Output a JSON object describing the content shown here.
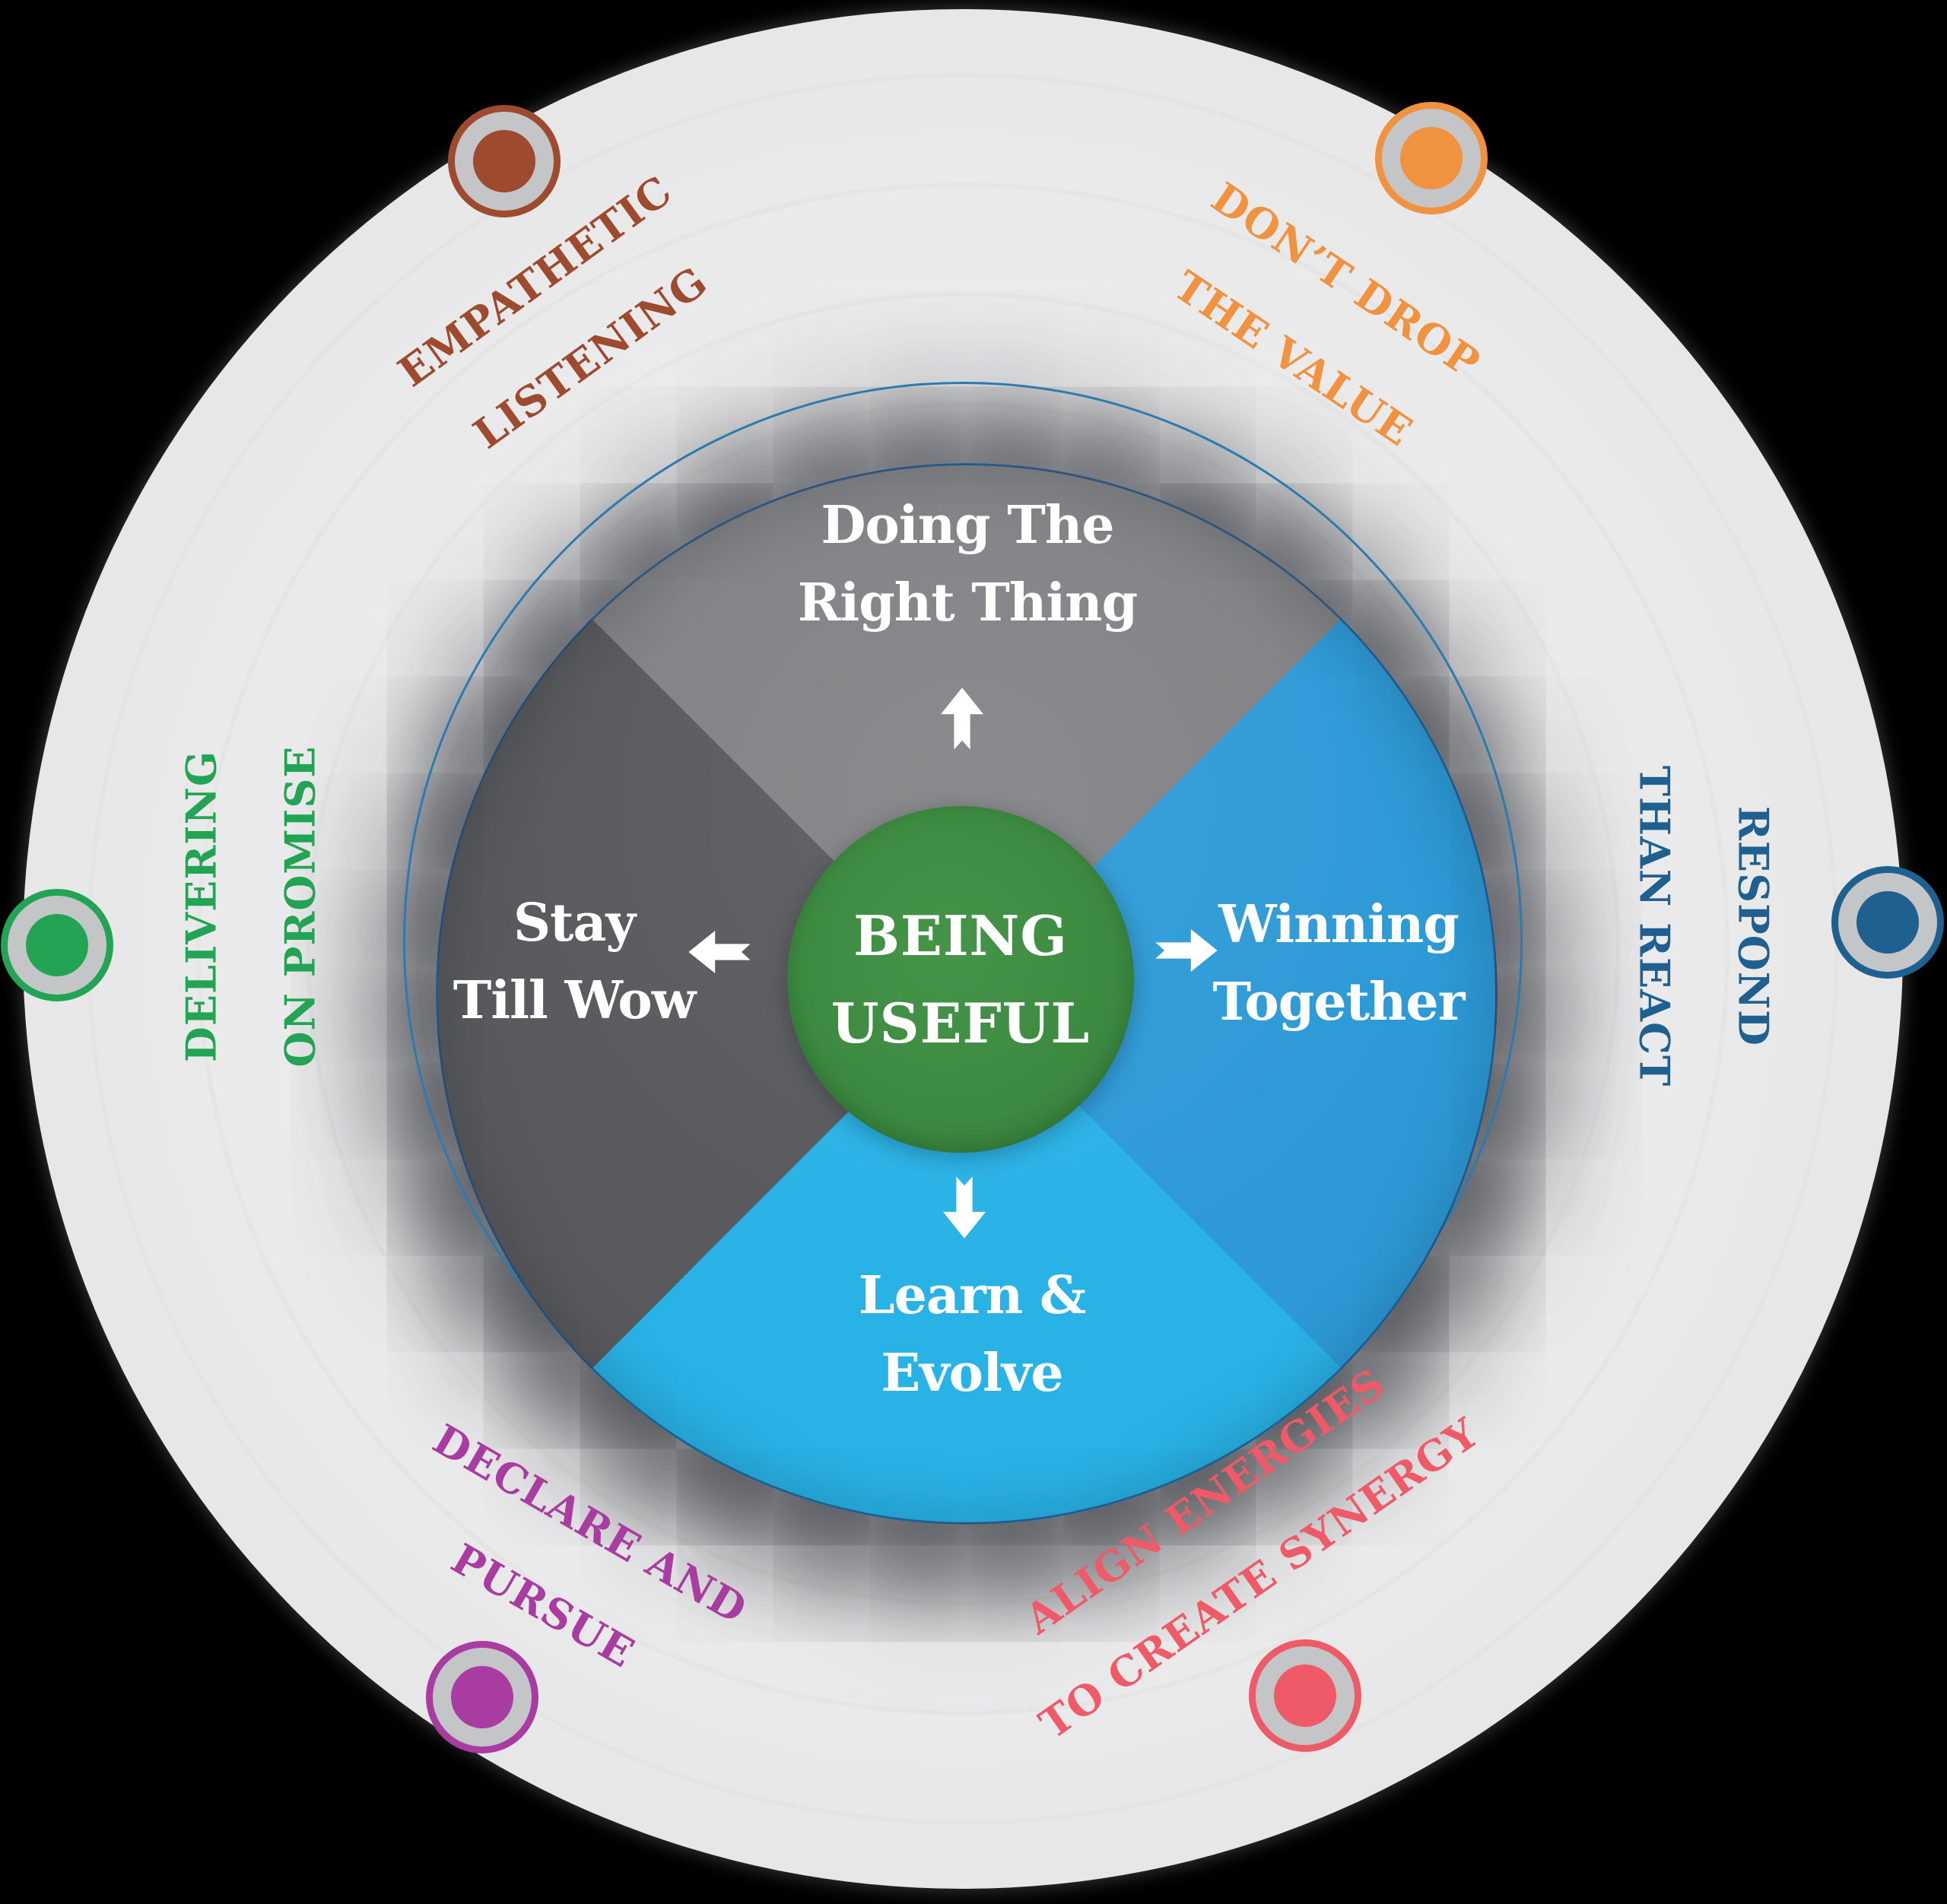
{
  "core": {
    "line1": "BEING",
    "line2": "USEFUL"
  },
  "quadrants": {
    "top": {
      "line1": "Doing The",
      "line2": "Right Thing"
    },
    "right": {
      "line1": "Winning",
      "line2": "Together"
    },
    "bottom": {
      "line1": "Learn &",
      "line2": "Evolve"
    },
    "left": {
      "line1": "Stay",
      "line2": "Till Wow"
    }
  },
  "outer_labels": {
    "top_left": {
      "line1": "EMPATHETIC",
      "line2": "LISTENING"
    },
    "top_right": {
      "line1": "DON’T DROP",
      "line2": "THE VALUE"
    },
    "right": {
      "line1": "RESPOND",
      "line2": "THAN REACT"
    },
    "bottom_right": {
      "line1": "ALIGN ENERGIES",
      "line2": "TO CREATE SYNERGY"
    },
    "bottom_left": {
      "line1": "DECLARE AND",
      "line2": "PURSUE"
    },
    "left": {
      "line1": "DELIVERING",
      "line2": "ON PROMISE"
    }
  },
  "icons": {
    "up": "arrow-up",
    "right": "arrow-right",
    "down": "arrow-down",
    "left": "arrow-left"
  },
  "colors": {
    "background": "#000000",
    "disc": "#ececee",
    "rim": "#c4c5c7",
    "core_green": "#3d8b41",
    "quad_top_gray": "#808285",
    "quad_right_blue": "#2d9ad6",
    "quad_bottom_cyan": "#29b2e6",
    "quad_left_gray": "#595a5e",
    "thin_ring_blue": "#2a7cb0",
    "label_brown": "#9e4a2e",
    "label_orange": "#f0923f",
    "label_dark_blue": "#1e6090",
    "label_red": "#ee5a67",
    "label_purple": "#a83ca0",
    "label_green": "#23a454"
  }
}
